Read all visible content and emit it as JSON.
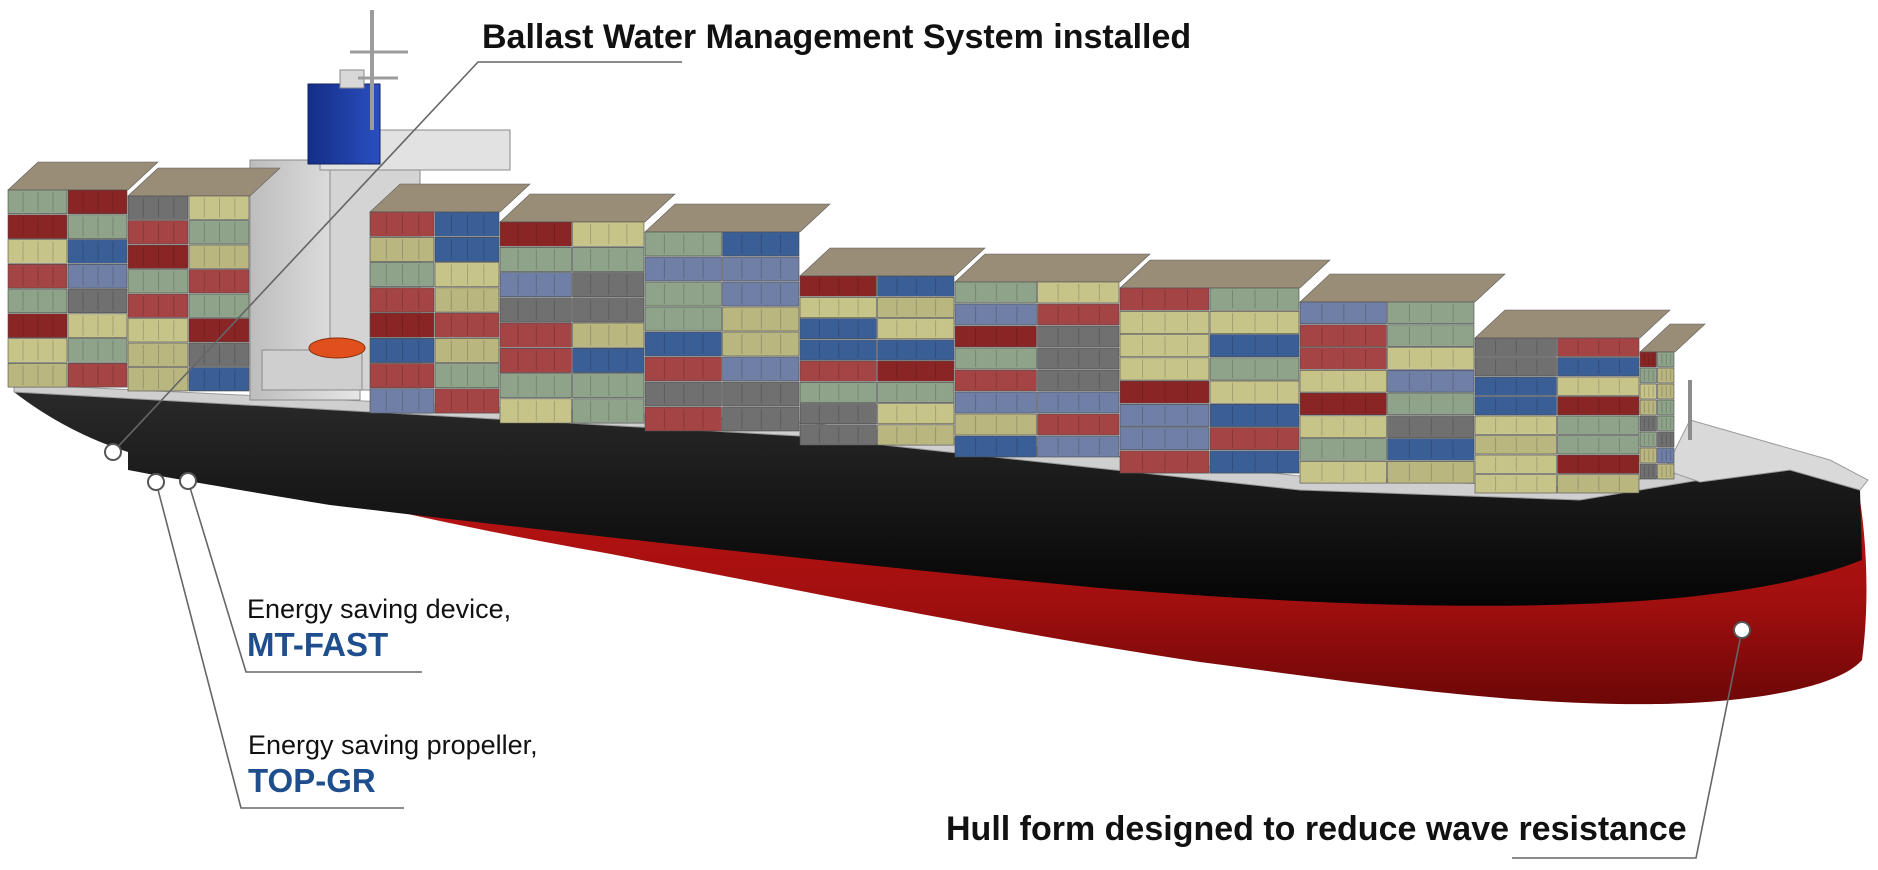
{
  "callouts": {
    "ballast": {
      "text": "Ballast Water Management System installed"
    },
    "mt_fast": {
      "description": "Energy saving device,",
      "product": "MT-FAST"
    },
    "top_gr": {
      "description": "Energy saving propeller,",
      "product": "TOP-GR"
    },
    "hull": {
      "text": "Hull form designed to reduce wave resistance"
    }
  },
  "colors": {
    "product_text": "#1f4e8c",
    "hull_red": "#a40f0f",
    "hull_black": "#0d0d0d",
    "deck_grey": "#d6d6d6",
    "funnel_blue": "#1d3fa3",
    "lifeboat_orange": "#e0501c",
    "leader_line": "#666666",
    "container_palette": [
      "#c7c48a",
      "#a54444",
      "#3a5f96",
      "#8fa38a",
      "#8a2525",
      "#707070",
      "#6f7fa6",
      "#b9b680"
    ]
  },
  "icons": {
    "ship": "container-ship-illustration",
    "marker": "callout-marker-dot"
  }
}
